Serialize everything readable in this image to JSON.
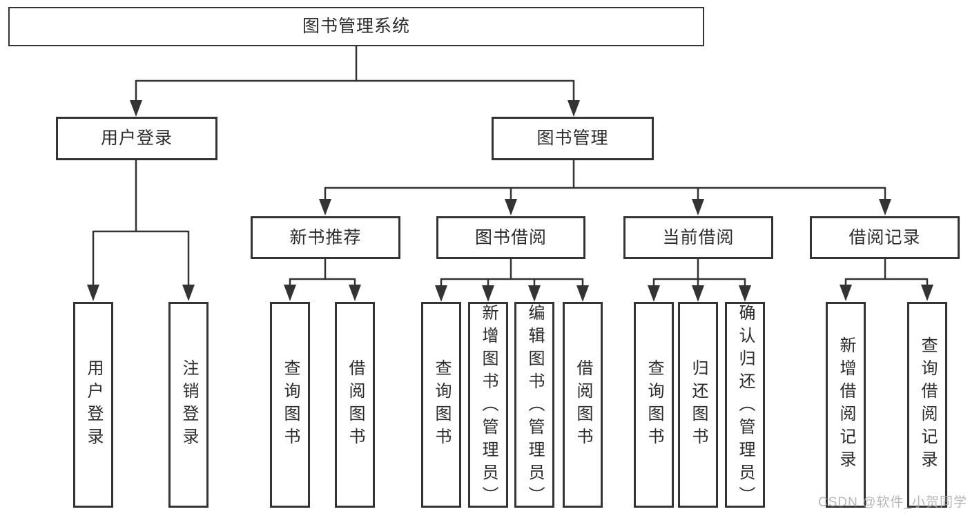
{
  "diagram": {
    "root": {
      "label": "图书管理系统"
    },
    "branches": [
      {
        "label": "用户登录",
        "children": [
          {
            "label": "用户登录"
          },
          {
            "label": "注销登录"
          }
        ]
      },
      {
        "label": "图书管理",
        "children": [
          {
            "label": "新书推荐",
            "children": [
              {
                "label": "查询图书"
              },
              {
                "label": "借阅图书"
              }
            ]
          },
          {
            "label": "图书借阅",
            "children": [
              {
                "label": "查询图书"
              },
              {
                "label": "新增图书（管理员）"
              },
              {
                "label": "编辑图书（管理员）"
              },
              {
                "label": "借阅图书"
              }
            ]
          },
          {
            "label": "当前借阅",
            "children": [
              {
                "label": "查询图书"
              },
              {
                "label": "归还图书"
              },
              {
                "label": "确认归还（管理员）"
              }
            ]
          },
          {
            "label": "借阅记录",
            "children": [
              {
                "label": "新增借阅记录"
              },
              {
                "label": "查询借阅记录"
              }
            ]
          }
        ]
      }
    ]
  },
  "watermark": {
    "text": "CSDN @软件_小贺同学"
  },
  "colors": {
    "line": "#333333",
    "text": "#2b2b2b",
    "watermark": "#aaaaaa",
    "background": "#ffffff"
  }
}
